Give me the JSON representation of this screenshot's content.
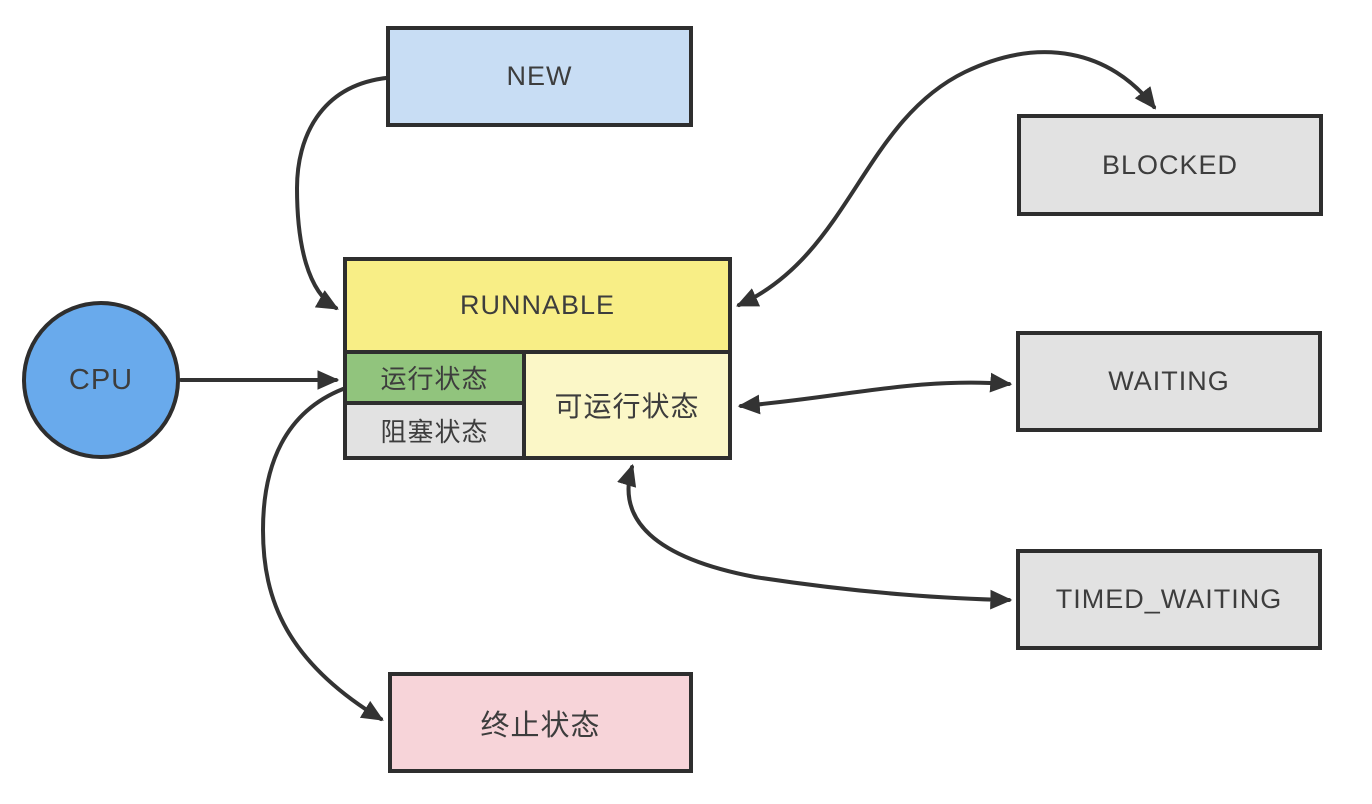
{
  "diagram": {
    "description": "Java thread state transition diagram",
    "nodes": {
      "cpu": {
        "label": "CPU",
        "shape": "circle",
        "fill": "#69aaec"
      },
      "new": {
        "label": "NEW",
        "shape": "rect",
        "fill": "#c8ddf4"
      },
      "runnable": {
        "label": "RUNNABLE",
        "shape": "rect",
        "fill": "#f8ee86"
      },
      "running_state": {
        "label": "运行状态",
        "shape": "rect",
        "fill": "#91c47d"
      },
      "blocked_state": {
        "label": "阻塞状态",
        "shape": "rect",
        "fill": "#e2e2e2"
      },
      "runnable_state": {
        "label": "可运行状态",
        "shape": "rect",
        "fill": "#fbf7c7"
      },
      "blocked": {
        "label": "BLOCKED",
        "shape": "rect",
        "fill": "#e2e2e2"
      },
      "waiting": {
        "label": "WAITING",
        "shape": "rect",
        "fill": "#e2e2e2"
      },
      "timed_waiting": {
        "label": "TIMED_WAITING",
        "shape": "rect",
        "fill": "#e2e2e2"
      },
      "terminated": {
        "label": "终止状态",
        "shape": "rect",
        "fill": "#f7d4d9"
      }
    },
    "edges": [
      {
        "from": "NEW",
        "to": "RUNNABLE",
        "arrows": "forward"
      },
      {
        "from": "CPU",
        "to": "RUNNABLE",
        "arrows": "forward"
      },
      {
        "from": "RUNNABLE",
        "to": "BLOCKED",
        "arrows": "both"
      },
      {
        "from": "RUNNABLE",
        "to": "WAITING",
        "arrows": "both"
      },
      {
        "from": "可运行状态",
        "to": "TIMED_WAITING",
        "arrows": "both"
      },
      {
        "from": "RUNNABLE",
        "to": "终止状态",
        "arrows": "forward"
      }
    ],
    "colors": {
      "background": "#ffffff",
      "border": "#2e2e2e",
      "arrow": "#333333",
      "text": "#3d3d3d"
    }
  }
}
